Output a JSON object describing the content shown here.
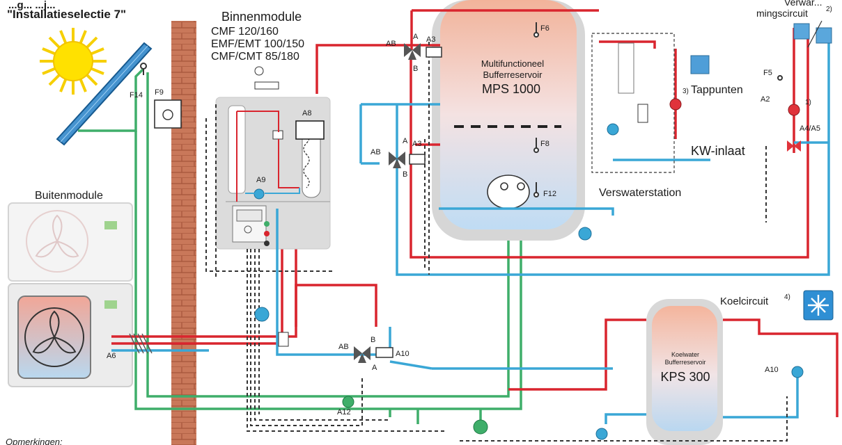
{
  "header": {
    "top_partial": "...g... ...j...",
    "selection": "\"Installatieselectie 7\""
  },
  "indoor_module": {
    "title": "Binnenmodule",
    "models": [
      "CMF 120/160",
      "EMF/EMT 100/150",
      "CMF/CMT 85/180"
    ]
  },
  "outdoor_module": {
    "title": "Buitenmodule"
  },
  "buffer_tank": {
    "line1": "Multifunctioneel",
    "line2": "Bufferreservoir",
    "model": "MPS 1000"
  },
  "cooling_tank": {
    "line1": "Koelwater",
    "line2": "Bufferreservoir",
    "model": "KPS 300"
  },
  "circuits": {
    "heating_line1": "Verwar...",
    "heating_line2": "mingscircuit",
    "heating_note": "2)",
    "cooling": "Koelcircuit",
    "cooling_note": "4)",
    "tap": "Tappunten",
    "tap_note": "3)",
    "cold_inlet": "KW-inlaat",
    "fresh_water_station": "Verswaterstation"
  },
  "sensors": [
    "F14",
    "F9",
    "F6",
    "F8",
    "F12",
    "F5"
  ],
  "components": {
    "A8": "A8",
    "A9": "A9",
    "A3_top": "A3",
    "A3_mid": "A3",
    "A2": "A2",
    "A4A5": "A4/A5",
    "A6": "A6",
    "A10_valve": "A10",
    "A10_pump": "A10",
    "A12": "A12",
    "note1": "1)"
  },
  "valve_ports": {
    "AB": "AB",
    "A": "A",
    "B": "B"
  },
  "footnote": "Opmerkingen:",
  "colors": {
    "hot": "#d9252e",
    "cold": "#3aa7d6",
    "solar": "#3fae6a",
    "control": "#333333",
    "wall": "#c4714c"
  }
}
